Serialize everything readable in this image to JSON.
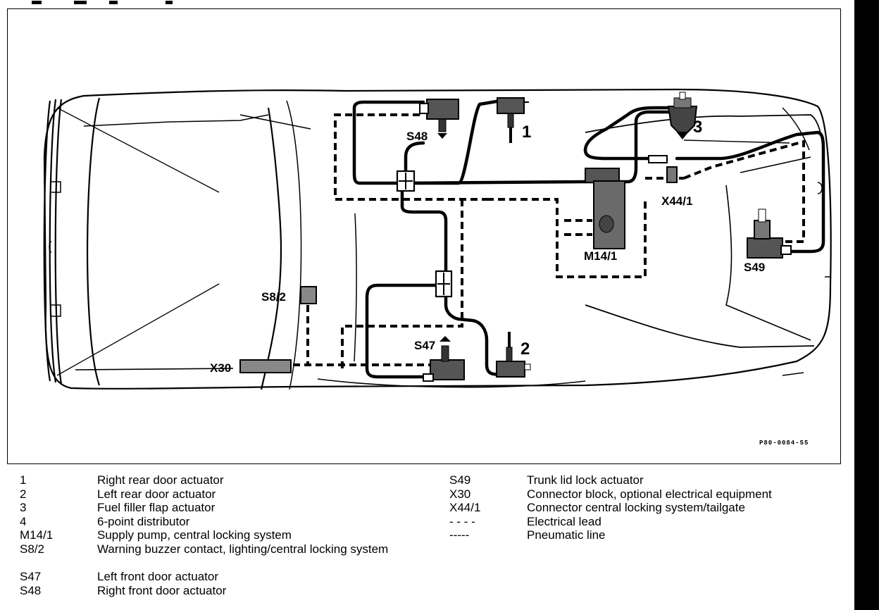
{
  "diagram": {
    "reference_code": "P80-0084-55",
    "labels": {
      "s48": "S48",
      "s47": "S47",
      "s49": "S49",
      "s8_2": "S8/2",
      "x30": "X30",
      "x44_1": "X44/1",
      "m14_1": "M14/1",
      "n1": "1",
      "n2": "2",
      "n3": "3"
    }
  },
  "legend": {
    "left": [
      {
        "code": "1",
        "text": "Right rear door actuator"
      },
      {
        "code": "2",
        "text": "Left rear door actuator"
      },
      {
        "code": "3",
        "text": "Fuel filler flap actuator"
      },
      {
        "code": "4",
        "text": "6-point distributor"
      },
      {
        "code": "M14/1",
        "text": "Supply pump, central locking system"
      },
      {
        "code": "S8/2",
        "text": "Warning buzzer contact, lighting/central locking system"
      },
      {
        "code": "S47",
        "text": "Left front door actuator"
      },
      {
        "code": "S48",
        "text": "Right front door actuator"
      }
    ],
    "right": [
      {
        "code": "S49",
        "text": "Trunk lid lock actuator"
      },
      {
        "code": "X30",
        "text": "Connector block, optional electrical equipment"
      },
      {
        "code": "X44/1",
        "text": "Connector central locking system/tailgate"
      },
      {
        "code": "- - - -",
        "text": "Electrical lead"
      },
      {
        "code": "-----",
        "text": "Pneumatic line"
      }
    ]
  }
}
